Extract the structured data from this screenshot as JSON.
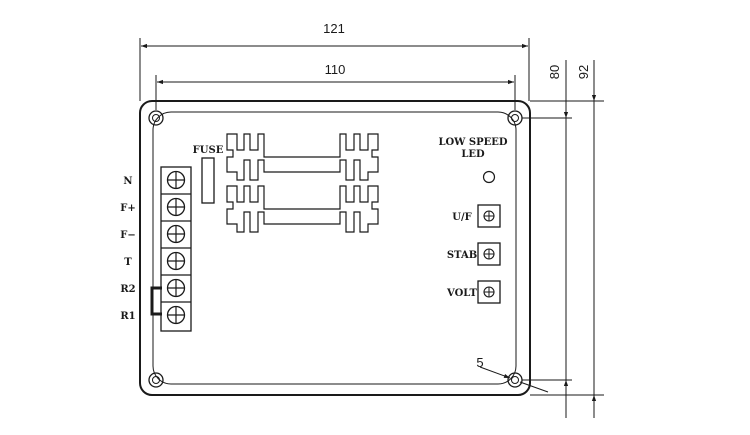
{
  "dimensions": {
    "overall_width": "121",
    "hole_spacing": "110",
    "hole_height": "80",
    "overall_height": "92",
    "hole_diameter": "5"
  },
  "labels": {
    "fuse": "FUSE",
    "low_speed_line1": "LOW SPEED",
    "low_speed_line2": "LED"
  },
  "terminals": [
    "N",
    "F+",
    "F−",
    "T",
    "R2",
    "R1"
  ],
  "potentiometers": [
    "U/F",
    "STAB",
    "VOLT"
  ],
  "colors": {
    "ink": "#1a1a1a",
    "background": "#ffffff"
  }
}
